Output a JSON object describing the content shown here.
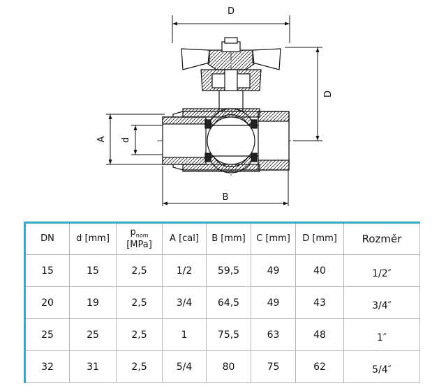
{
  "drawing": {
    "dimension_labels": {
      "A": "A",
      "B": "B",
      "D_top": "D",
      "D_side": "D",
      "d": "d"
    }
  },
  "table": {
    "headers": {
      "dn": "DN",
      "d": "d [mm]",
      "p_main": "p",
      "p_sub": "nom",
      "p_unit": "[MPa]",
      "a": "A [cal]",
      "b": "B [mm]",
      "c": "C [mm]",
      "dd": "D [mm]",
      "rozmer": "Rozměr"
    },
    "rows": [
      {
        "dn": "15",
        "d": "15",
        "p": "2,5",
        "a": "1/2",
        "b": "59,5",
        "c": "49",
        "dd": "40",
        "rozmer": "1/2″"
      },
      {
        "dn": "20",
        "d": "19",
        "p": "2,5",
        "a": "3/4",
        "b": "64,5",
        "c": "49",
        "dd": "43",
        "rozmer": "3/4″"
      },
      {
        "dn": "25",
        "d": "25",
        "p": "2,5",
        "a": "1",
        "b": "75,5",
        "c": "63",
        "dd": "48",
        "rozmer": "1″"
      },
      {
        "dn": "32",
        "d": "31",
        "p": "2,5",
        "a": "5/4",
        "b": "80",
        "c": "75",
        "dd": "62",
        "rozmer": "5/4″"
      }
    ]
  },
  "colors": {
    "table_accent": "#3aa7c9",
    "grid": "#b7b7b7"
  }
}
